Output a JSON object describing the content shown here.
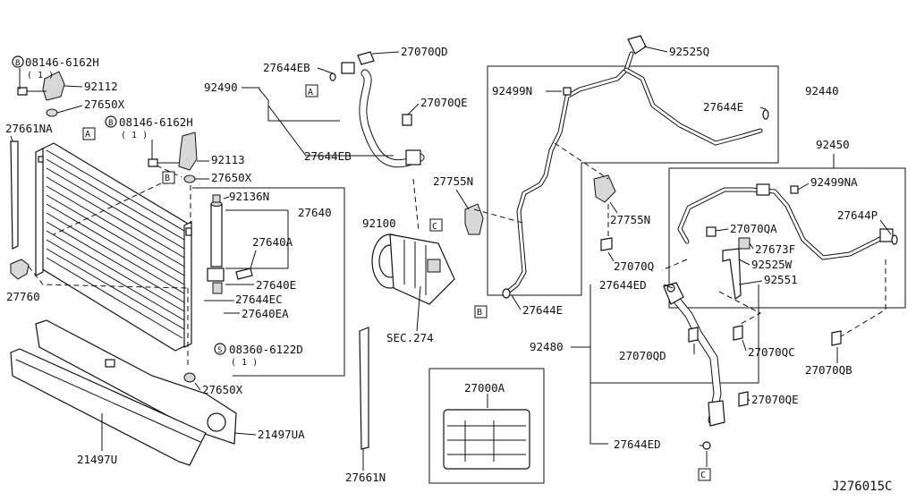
{
  "diagram_id": "J276015C",
  "refs": {
    "A": "A",
    "B": "B",
    "C": "C"
  },
  "labels": {
    "bolt_08146_1": "08146-6162H",
    "qty_1": "( 1 )",
    "p92112": "92112",
    "p27650x_1": "27650X",
    "p27661na": "27661NA",
    "bolt_08146_2": "08146-6162H",
    "qty_2": "( 1 )",
    "p92113": "92113",
    "p27650x_2": "27650X",
    "p27760": "27760",
    "p92136n": "92136N",
    "p27640": "27640",
    "p92100": "92100",
    "p27640a": "27640A",
    "p27640e": "27640E",
    "p27644ec": "27644EC",
    "p27640ea": "27640EA",
    "screw_08360": "08360-6122D",
    "qty_3": "( 1 )",
    "p27650x_3": "27650X",
    "p21497ua": "21497UA",
    "p21497u": "21497U",
    "p27661n": "27661N",
    "p92490": "92490",
    "p27644eb_1": "27644EB",
    "p27070qd_1": "27070QD",
    "p27070qe_1": "27070QE",
    "p27644eb_2": "27644EB",
    "p27755n_1": "27755N",
    "sec274": "SEC.274",
    "p27000a": "27000A",
    "p92525q": "92525Q",
    "p92499n": "92499N",
    "p92440": "92440",
    "p27644e_1": "27644E",
    "p27755n_2": "27755N",
    "p27070q": "27070Q",
    "p27644e_2": "27644E",
    "p92450": "92450",
    "p92499na": "92499NA",
    "p27070qa": "27070QA",
    "p27644p": "27644P",
    "p27673f": "27673F",
    "p92525w": "92525W",
    "p92551": "92551",
    "p27644ed_1": "27644ED",
    "p92480": "92480",
    "p27070qd_2": "27070QD",
    "p27070qc": "27070QC",
    "p27070qb": "27070QB",
    "p27070qe_2": "27070QE",
    "p27644ed_2": "27644ED"
  },
  "markers": {
    "bolt_prefix": "B",
    "screw_prefix": "S"
  }
}
